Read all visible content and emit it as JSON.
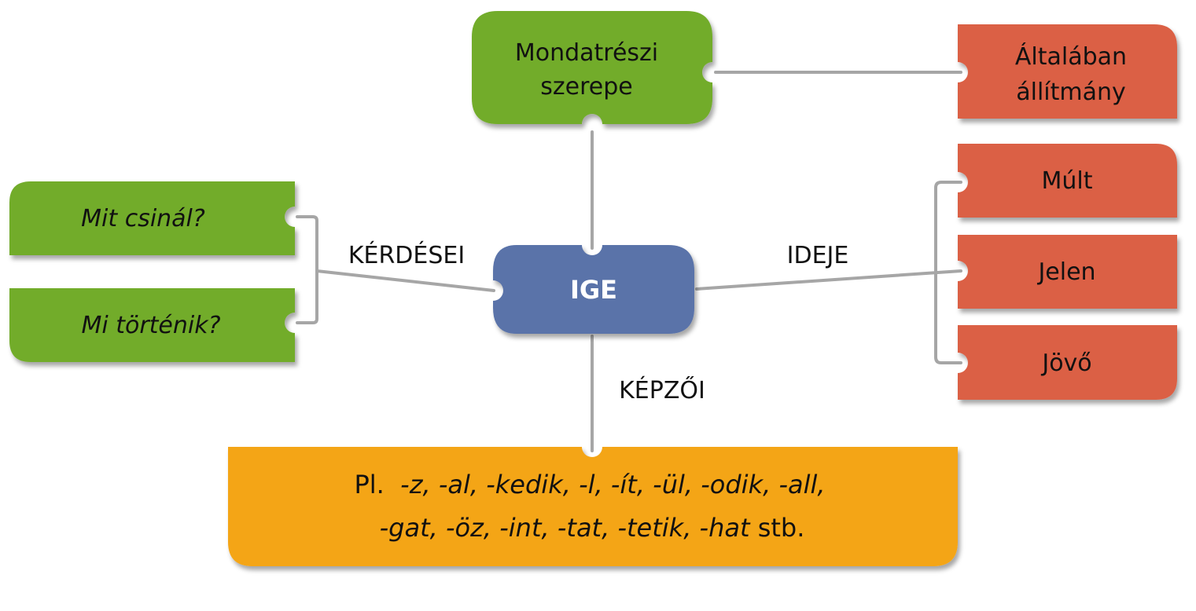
{
  "colors": {
    "green": "#72ac2c",
    "red": "#db6145",
    "blue": "#5a73a9",
    "orange": "#f4a516",
    "connector": "#a6a6a6"
  },
  "center": {
    "label": "IGE"
  },
  "role": {
    "line1": "Mondatrészi",
    "line2": "szerepe"
  },
  "role_value": {
    "line1": "Általában",
    "line2": "állítmány"
  },
  "questions": {
    "label": "KÉRDÉSEI",
    "items": [
      "Mit csinál?",
      "Mi történik?"
    ]
  },
  "tense": {
    "label": "IDEJE",
    "items": [
      "Múlt",
      "Jelen",
      "Jövő"
    ]
  },
  "suffixes": {
    "label": "KÉPZŐI",
    "prefix": "Pl.",
    "line1": "-z, -al, -kedik, -l, -ít, -ül, -odik, -all,",
    "line2": "-gat, -öz, -int, -tat, -tetik, -hat",
    "suffix": "stb."
  }
}
